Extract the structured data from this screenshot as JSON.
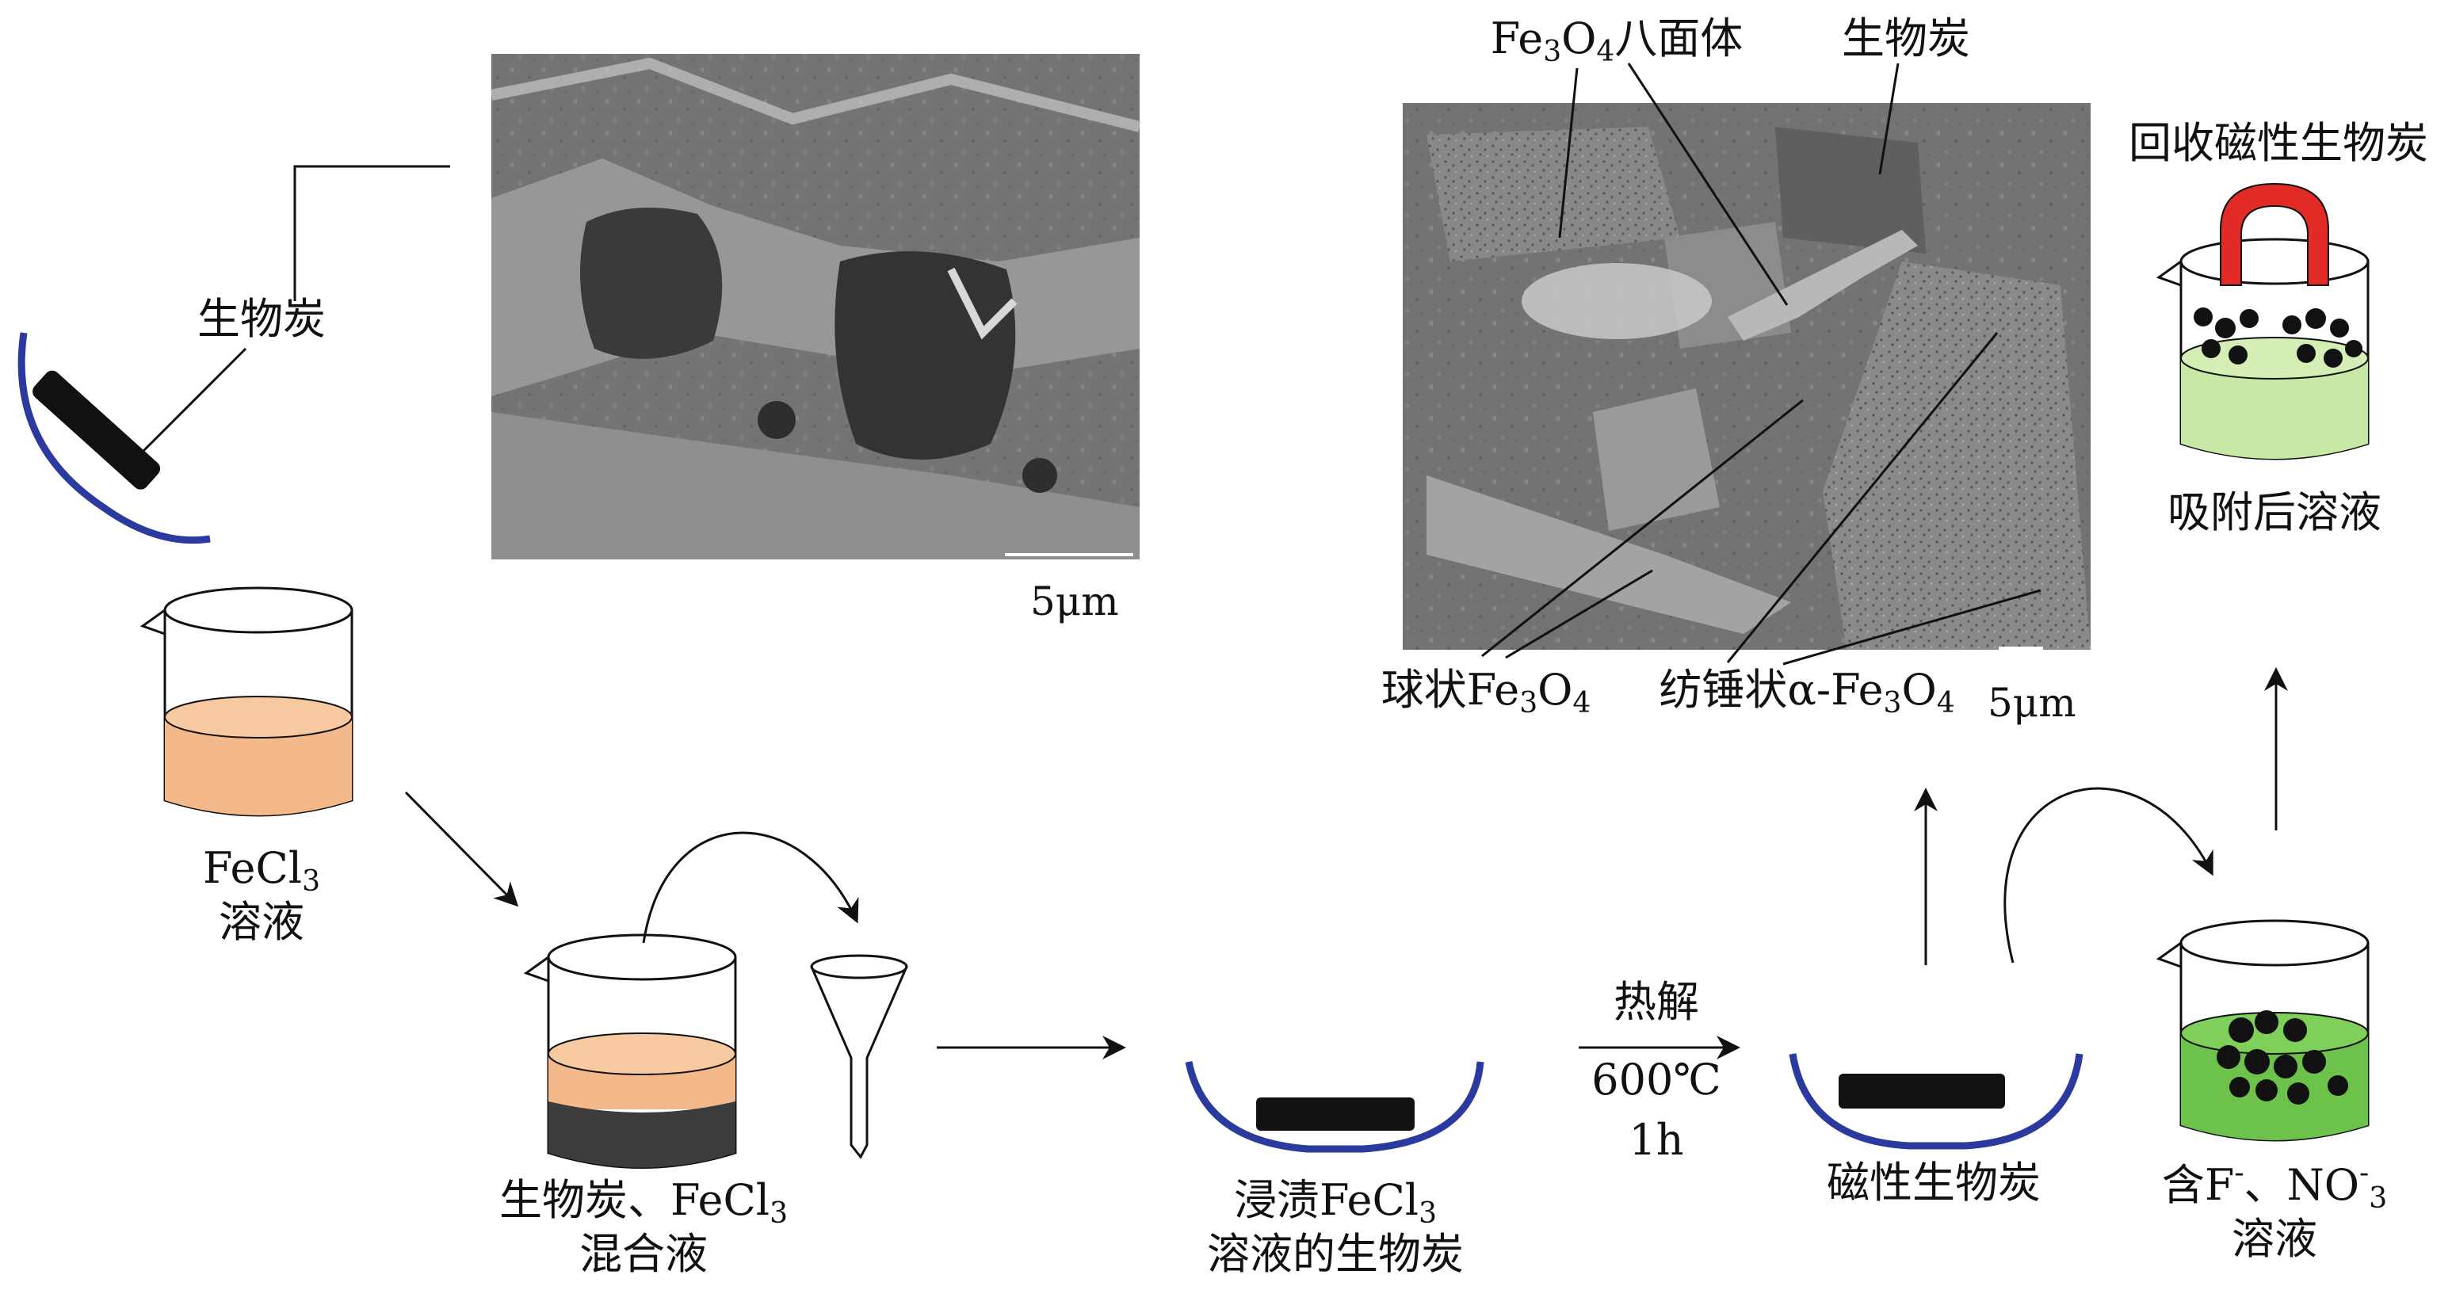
{
  "labels": {
    "biochar_top": "生物炭",
    "fecl3_solution_1": "FeCl",
    "fecl3_solution_sub": "3",
    "fecl3_solution_2": "溶液",
    "mix_line1_a": "生物炭、FeCl",
    "mix_line1_sub": "3",
    "mix_line2": "混合液",
    "impregnated_line1_a": "浸渍FeCl",
    "impregnated_line1_sub": "3",
    "impregnated_line2": "溶液的生物炭",
    "pyrolysis": "热解",
    "temperature": "600℃",
    "duration": "1h",
    "magnetic_biochar": "磁性生物炭",
    "solution_f_a": "含F",
    "solution_f_sup": "-",
    "solution_f_b": "、NO",
    "solution_f_sup2": "-",
    "solution_f_sub2": "3",
    "solution_f_line2": "溶液",
    "after_adsorption": "吸附后溶液",
    "recover": "回收磁性生物炭",
    "octahedron_a": "Fe",
    "octahedron_sub1": "3",
    "octahedron_b": "O",
    "octahedron_sub2": "4",
    "octahedron_c": "八面体",
    "sem2_biochar": "生物炭",
    "spherical_a": "球状Fe",
    "spherical_sub1": "3",
    "spherical_b": "O",
    "spherical_sub2": "4",
    "spindle_a": "纺锤状α-Fe",
    "spindle_sub1": "3",
    "spindle_b": "O",
    "spindle_sub2": "4",
    "scale1": "5μm",
    "scale2": "5μm"
  },
  "colors": {
    "fecl3_liquid": "#f4b98a",
    "dark_liquid": "#3c3c3c",
    "green_liquid": "#6cc24a",
    "light_green_liquid": "#c8e8a6",
    "dish_blue": "#2b3a9e",
    "magnet_red": "#e22b26",
    "sem_gray": "#6f6f6f"
  }
}
